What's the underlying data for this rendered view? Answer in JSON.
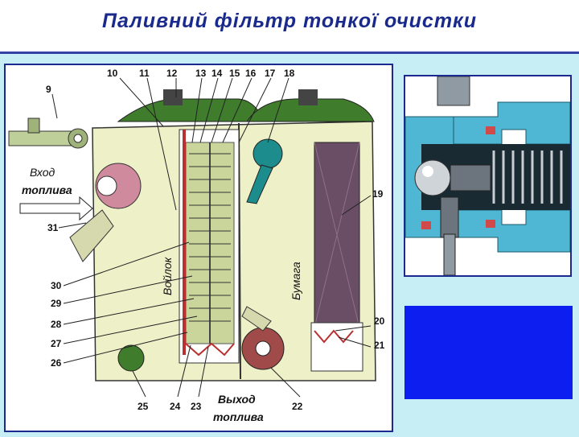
{
  "title": "Паливний фільтр тонкої очистки",
  "labels": {
    "inlet_line1": "Вход",
    "inlet_line2": "топлива",
    "outlet_line1": "Выход",
    "outlet_line2": "топлива",
    "felt": "Войлок",
    "paper": "Бумага"
  },
  "callouts": [
    "10",
    "11",
    "12",
    "13",
    "14",
    "15",
    "16",
    "17",
    "18",
    "9",
    "19",
    "31",
    "30",
    "29",
    "28",
    "27",
    "26",
    "25",
    "24",
    "23",
    "22",
    "20",
    "21"
  ],
  "colors": {
    "title": "#1a2a8c",
    "panel": "#c6eef4",
    "frame": "#1b2a8f",
    "blue_box": "#0d1ef0",
    "housing": "#eef0c8",
    "cover": "#3f7d2c",
    "felt_pack": "#c9d59a",
    "paper_element": "#6a4e66",
    "accent_red": "#b83030",
    "valve_body": "#4fb7d3"
  }
}
